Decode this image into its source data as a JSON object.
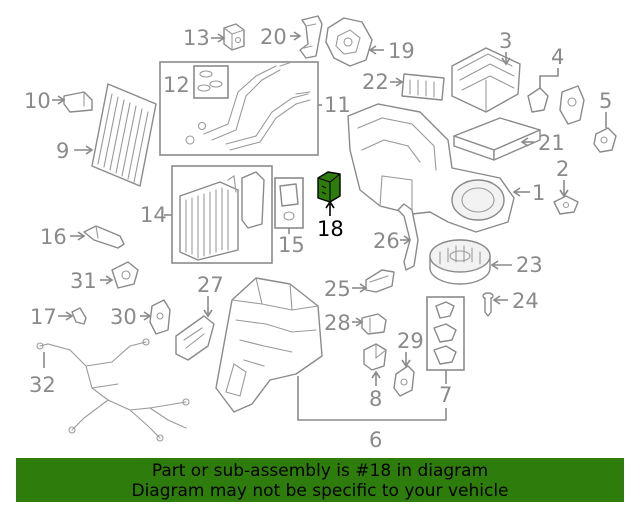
{
  "callouts": {
    "c1": "1",
    "c2": "2",
    "c3": "3",
    "c4": "4",
    "c5": "5",
    "c6": "6",
    "c7": "7",
    "c8": "8",
    "c9": "9",
    "c10": "10",
    "c11": "11",
    "c12": "12",
    "c13": "13",
    "c14": "14",
    "c15": "15",
    "c16": "16",
    "c17": "17",
    "c18": "18",
    "c19": "19",
    "c20": "20",
    "c21": "21",
    "c22": "22",
    "c23": "23",
    "c24": "24",
    "c25": "25",
    "c26": "26",
    "c27": "27",
    "c28": "28",
    "c29": "29",
    "c30": "30",
    "c31": "31",
    "c32": "32"
  },
  "highlighted_part": "18",
  "highlight_color": "#2e7d0c",
  "line_color": "#8a8a8a",
  "banner": {
    "line1": "Part or sub-assembly is #18 in diagram",
    "line2": "Diagram may not be specific to your vehicle",
    "background": "#2e7d0c"
  }
}
